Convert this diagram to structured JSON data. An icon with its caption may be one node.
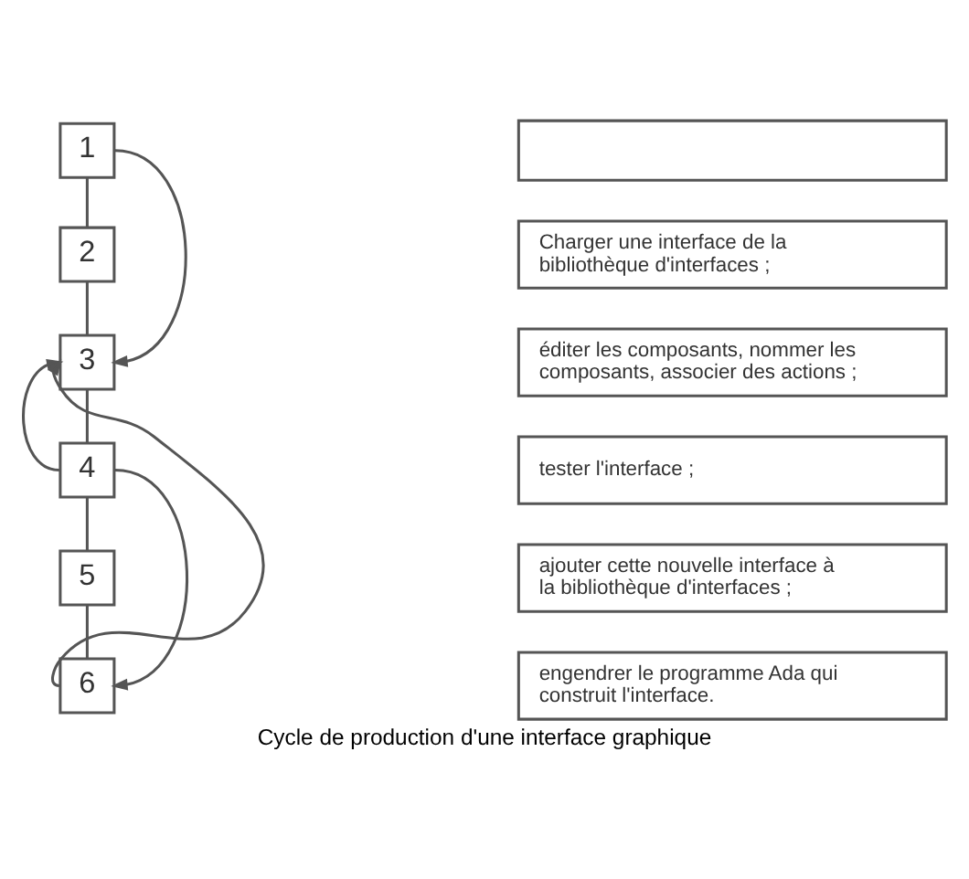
{
  "diagram": {
    "caption": "Cycle de production d'une interface graphique",
    "nodes": [
      {
        "text": [
          "1"
        ]
      },
      {
        "text": [
          "2"
        ]
      },
      {
        "text": [
          "3"
        ]
      },
      {
        "text": [
          "4"
        ]
      },
      {
        "text": [
          "5"
        ]
      },
      {
        "text": [
          "6"
        ]
      },
      {
        "text": [],
        "shape": "box"
      },
      {
        "text": [
          "Charger une interface de la bibliothèque d'interfaces ;"
        ]
      },
      {
        "text": [
          "éditer les composants, nommer les composants, associer des actions ;"
        ]
      },
      {
        "text": [
          "tester l'interface ;"
        ]
      },
      {
        "text": [
          "ajouter cette nouvelle interface à la bibliothèque d'interfaces ;"
        ]
      },
      {
        "text": [
          "engendrer le programme Ada qui construit l'interface."
        ]
      }
    ],
    "edges": [
      {
        "from": 0,
        "to": 1,
        "arrow": "none"
      },
      {
        "from": 1,
        "to": 2,
        "arrow": "none"
      },
      {
        "from": 2,
        "to": 3,
        "arrow": "none"
      },
      {
        "from": 3,
        "to": 4,
        "arrow": "none"
      },
      {
        "from": 4,
        "to": 5,
        "arrow": "none"
      },
      {
        "from": 0,
        "to": 2,
        "arrow": "to"
      },
      {
        "from": 3,
        "to": 2,
        "arrow": "to"
      },
      {
        "from": 5,
        "to": 2,
        "arrow": "to"
      },
      {
        "from": 3,
        "to": 5,
        "arrow": "to"
      }
    ]
  }
}
